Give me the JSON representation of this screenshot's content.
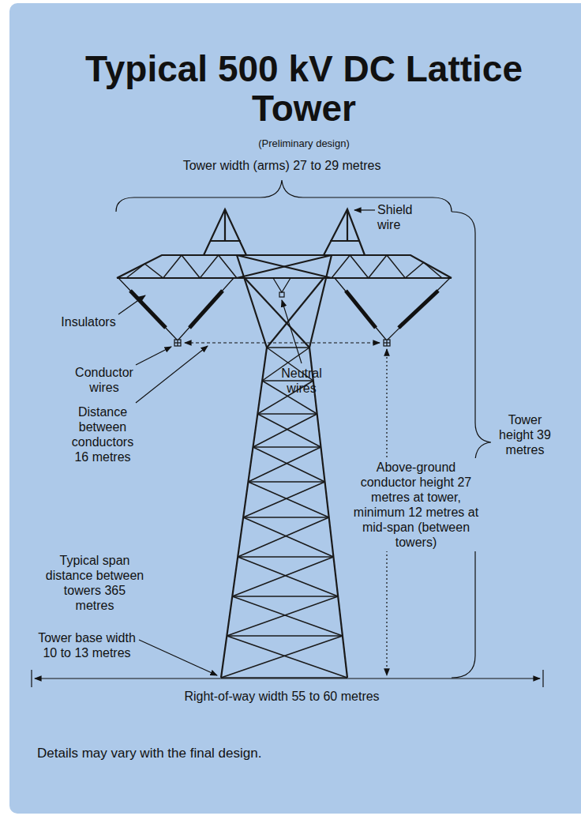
{
  "diagram": {
    "title": "Typical 500 kV DC Lattice Tower",
    "caption": "Details may vary with the final design.",
    "labels": [
      "(Preliminary design)",
      "Tower width (arms) 27 to 29 metres",
      "Shield wire",
      "Insulators",
      "Conductor wires",
      "Neutral wires",
      "Distance between conductors 16 metres",
      "Above-ground conductor height 27 metres at tower, minimum 12 metres at mid-span (between towers)",
      "Tower height 39 metres",
      "Typical span distance between towers 365 metres",
      "Tower base width 10 to 13 metres",
      "Right-of-way width 55 to 60 metres"
    ]
  }
}
